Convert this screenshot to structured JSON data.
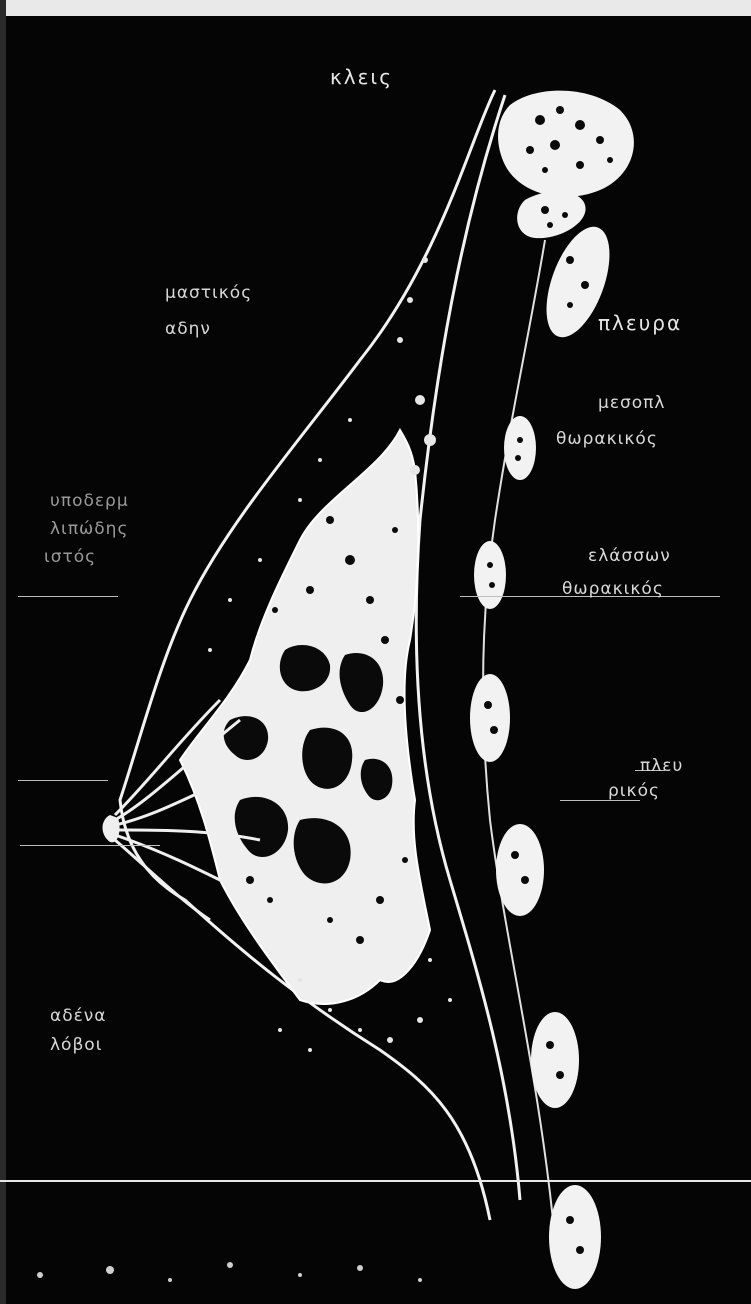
{
  "labels": {
    "top": "κλεις",
    "gland_1": "μαστικός",
    "gland_2": "αδην",
    "pleura": "πλευρα",
    "muscle_1": "μεσοπλ",
    "muscle_2": "θωρακικός",
    "fat_1": "υποδερμ",
    "fat_2": "λιπώδης",
    "fat_3": "ιστός",
    "pect_1": "ελάσσων",
    "pect_2": "θωρακικός",
    "rib_1": "πλευ",
    "rib_2": "ρικός",
    "lower_1": "αδένα",
    "lower_2": "λόβοι"
  },
  "colors": {
    "background": "#050505",
    "outline": "#f2f2f2",
    "tissue": "#efefef",
    "label": "#d9d9d9"
  }
}
